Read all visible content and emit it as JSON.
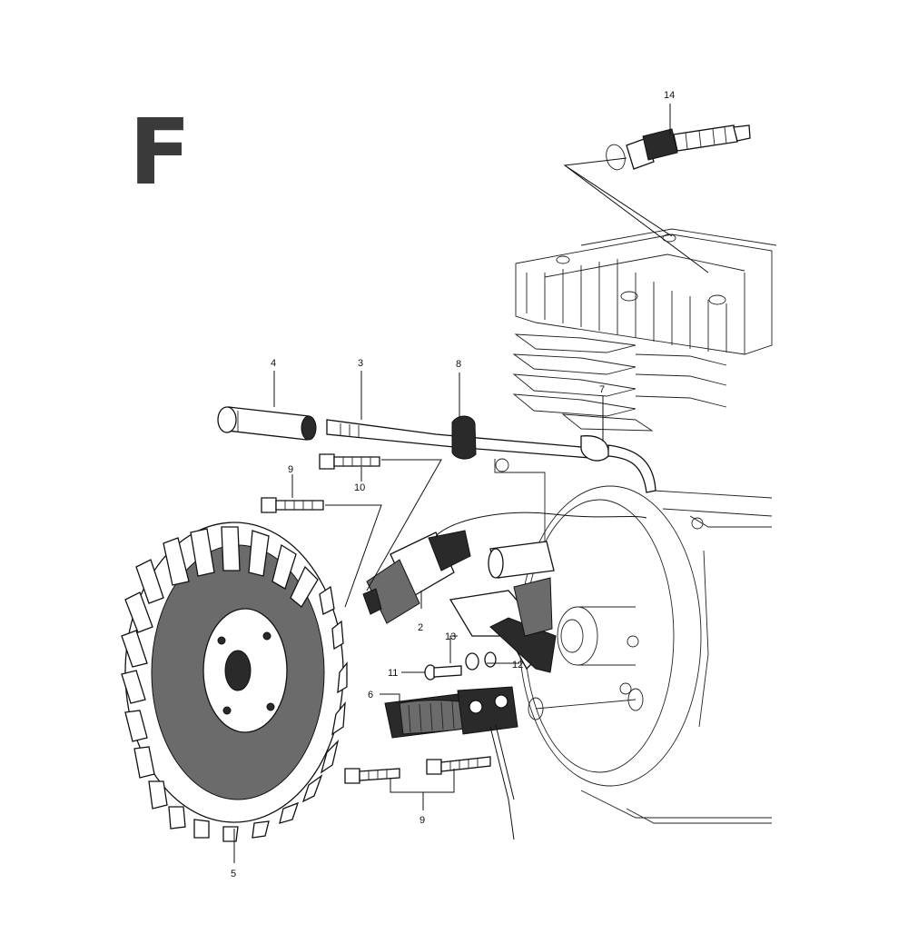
{
  "section_letter": "F",
  "callouts": {
    "c14": "14",
    "c4": "4",
    "c3": "3",
    "c8": "8",
    "c7": "7",
    "c9a": "9",
    "c10": "10",
    "c2": "2",
    "c13": "13",
    "c11": "11",
    "c12": "12",
    "c6": "6",
    "c9b": "9",
    "c5": "5"
  },
  "colors": {
    "ink": "#111111",
    "paper": "#ffffff",
    "shade": "#6b6b6b"
  }
}
